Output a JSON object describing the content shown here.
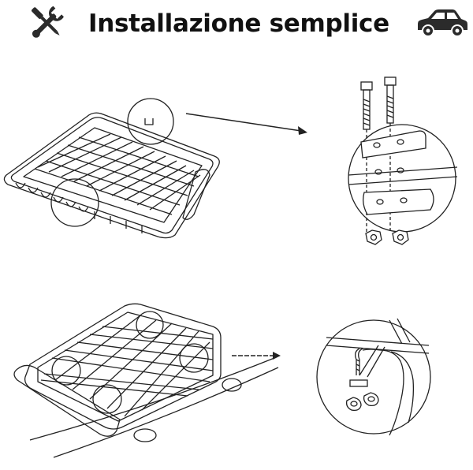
{
  "header": {
    "title": "Installazione semplice",
    "left_icon": "tools-icon",
    "right_icon": "car-icon"
  },
  "steps": [
    {
      "name": "rack-assembly-overview",
      "detail": "bolt-and-bracket-detail"
    },
    {
      "name": "rack-on-car-roof",
      "detail": "roof-rail-clamp-detail"
    }
  ],
  "colors": {
    "line": "#222222",
    "icon": "#2b2b2b"
  }
}
